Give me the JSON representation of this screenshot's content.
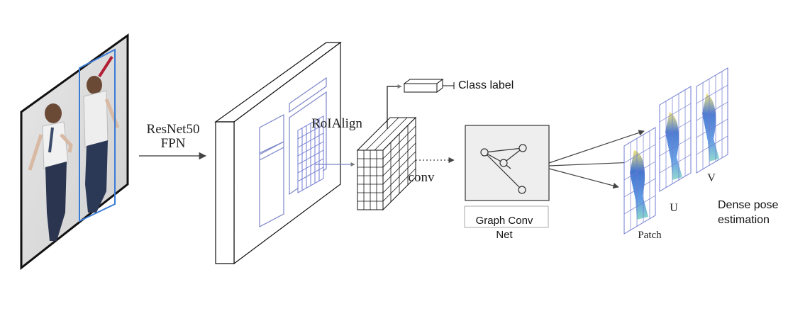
{
  "labels": {
    "backbone_line1": "ResNet50",
    "backbone_line2": "FPN",
    "roialign": "RoIAlign",
    "conv": "conv",
    "class_label": "Class label",
    "gcn_line1": "Graph Conv",
    "gcn_line2": "Net",
    "patch": "Patch",
    "u": "U",
    "v": "V",
    "output_line1": "Dense pose",
    "output_line2": "estimation"
  },
  "colors": {
    "outline": "#111111",
    "roi_blue": "#7b86c8",
    "grid_blue": "#6f7ad0",
    "person_blue": "#3a7bd5",
    "gcn_fill": "#eeeeee",
    "arrow": "#555555"
  }
}
